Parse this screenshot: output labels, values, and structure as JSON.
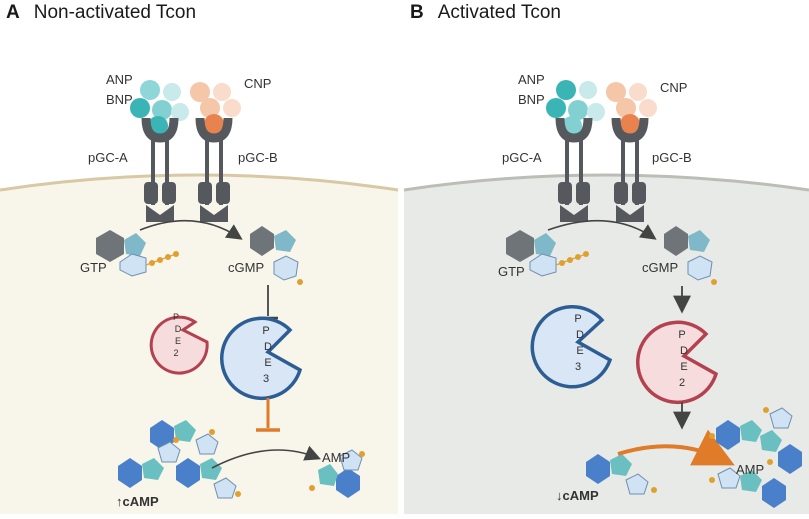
{
  "panels": [
    {
      "letter": "A",
      "title": "Non-activated Tcon",
      "labels": {
        "anp": "ANP",
        "bnp": "BNP",
        "cnp": "CNP",
        "pgca": "pGC-A",
        "pgcb": "pGC-B",
        "gtp": "GTP",
        "cgmp": "cGMP",
        "camp": "↑cAMP",
        "amp": "AMP",
        "pde2": [
          "P",
          "D",
          "E",
          "2"
        ],
        "pde3": [
          "P",
          "D",
          "E",
          "3"
        ]
      }
    },
    {
      "letter": "B",
      "title": "Activated Tcon",
      "labels": {
        "anp": "ANP",
        "bnp": "BNP",
        "cnp": "CNP",
        "pgca": "pGC-A",
        "pgcb": "pGC-B",
        "gtp": "GTP",
        "cgmp": "cGMP",
        "camp": "↓cAMP",
        "amp": "AMP",
        "pde2": [
          "P",
          "D",
          "E",
          "2"
        ],
        "pde3": [
          "P",
          "D",
          "E",
          "3"
        ]
      }
    }
  ],
  "colors": {
    "cellA": "#f8f5ea",
    "cellB": "#e7eae6",
    "membrane": "#d8c8a4",
    "receptor": "#55595e",
    "anp": "#3ab4b4",
    "bnp": "#82d0d2",
    "cnp": "#e8824e",
    "cnpLight": "#f5c6a8",
    "pde2Fill": "#f6dcdc",
    "pde2Stroke": "#b3414f",
    "pde3Fill": "#d8e6f6",
    "pde3Stroke": "#2c5d94",
    "inhibit": "#e07b2a",
    "arrow": "#444444"
  }
}
